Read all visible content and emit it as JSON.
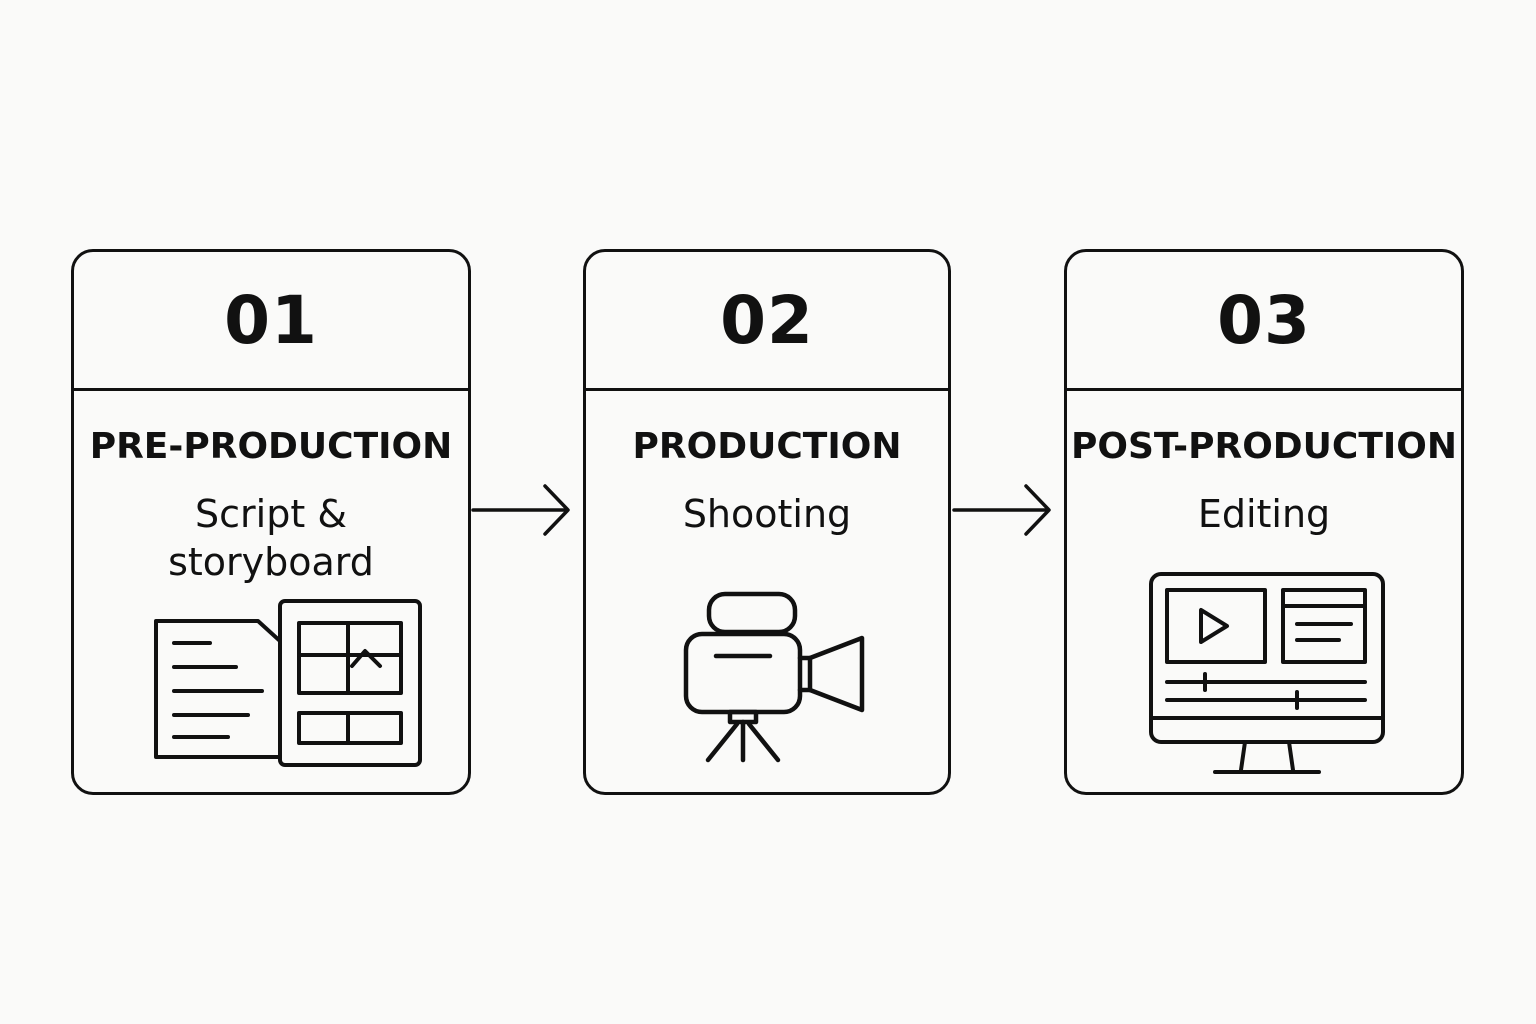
{
  "steps": [
    {
      "number": "01",
      "title": "PRE-PRODUCTION",
      "subtitle": "Script & storyboard",
      "icon": "script-storyboard-icon"
    },
    {
      "number": "02",
      "title": "PRODUCTION",
      "subtitle": "Shooting",
      "icon": "video-camera-icon"
    },
    {
      "number": "03",
      "title": "POST-PRODUCTION",
      "subtitle": "Editing",
      "icon": "editing-monitor-icon"
    }
  ],
  "connectors": [
    "arrow-right-icon",
    "arrow-right-icon"
  ],
  "colors": {
    "stroke": "#111111",
    "background": "#fafaf9"
  }
}
